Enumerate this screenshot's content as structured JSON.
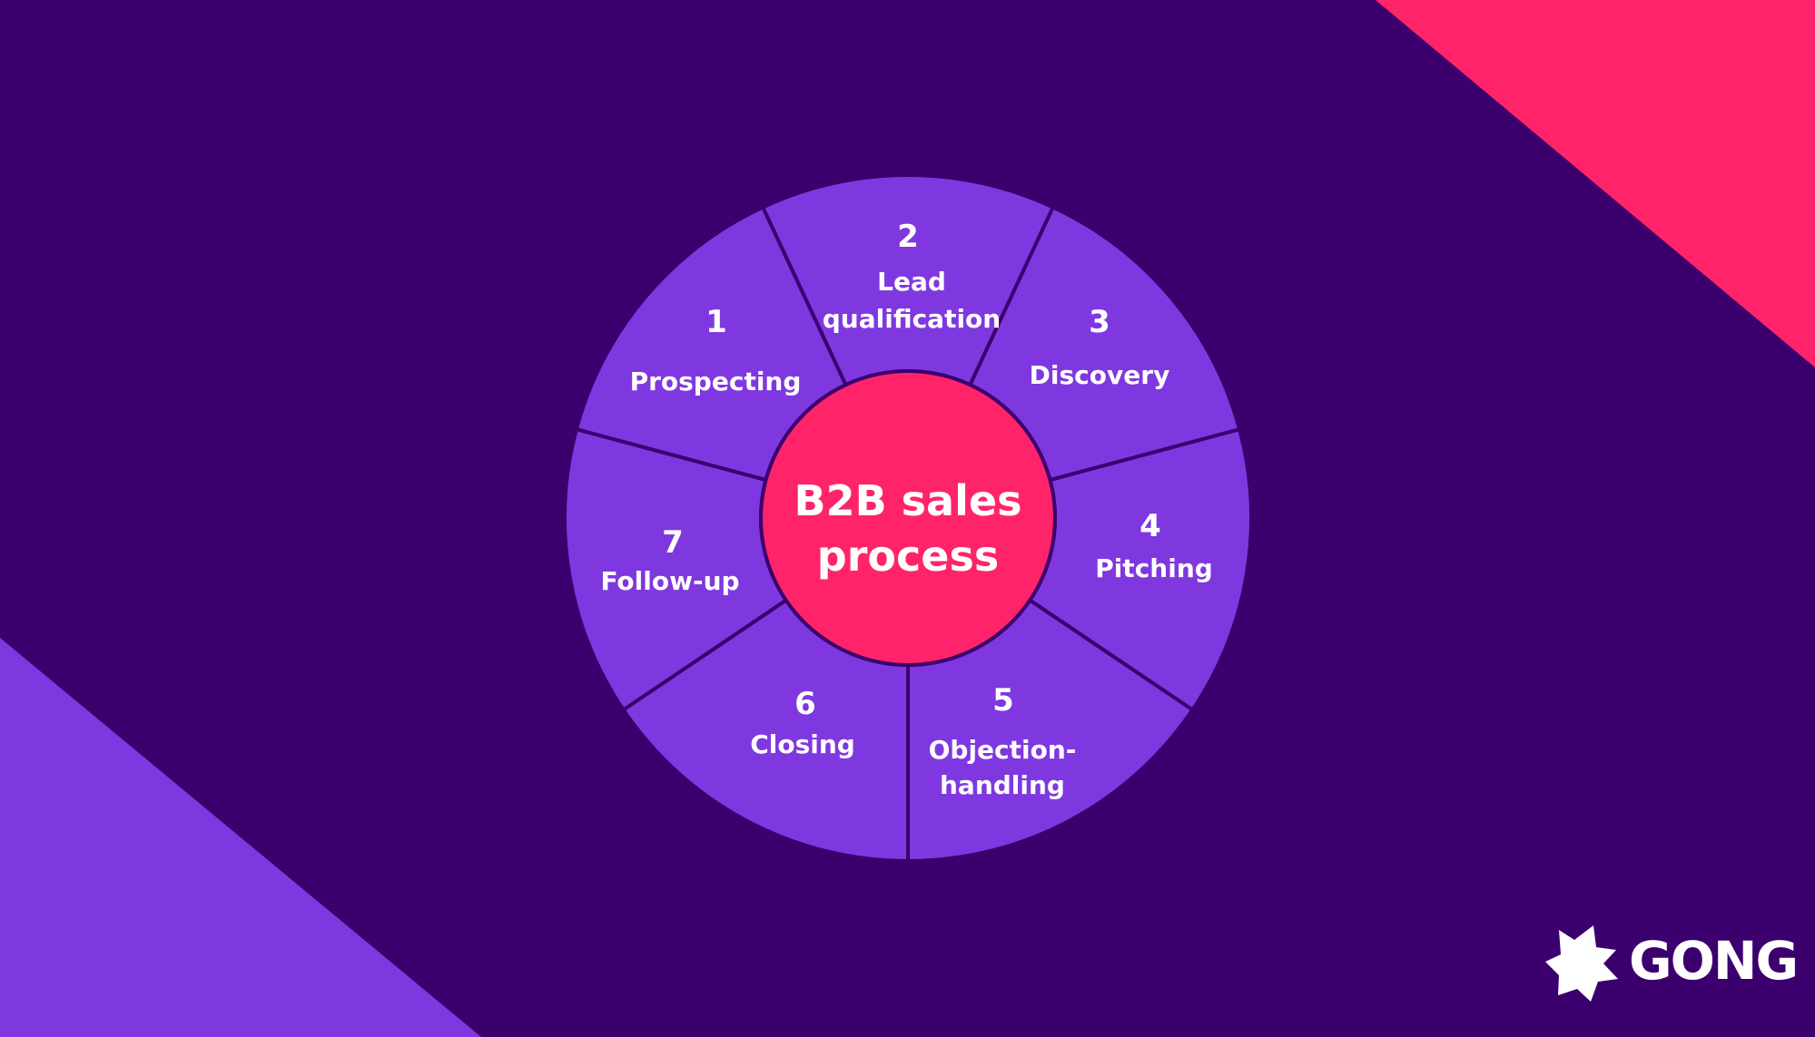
{
  "diagram": {
    "center_title_lines": [
      "B2B sales",
      "process"
    ],
    "steps": [
      {
        "number": "1",
        "label_lines": [
          "Prospecting"
        ]
      },
      {
        "number": "2",
        "label_lines": [
          "Lead",
          "qualification"
        ]
      },
      {
        "number": "3",
        "label_lines": [
          "Discovery"
        ]
      },
      {
        "number": "4",
        "label_lines": [
          "Pitching"
        ]
      },
      {
        "number": "5",
        "label_lines": [
          "Objection-",
          "handling"
        ]
      },
      {
        "number": "6",
        "label_lines": [
          "Closing"
        ]
      },
      {
        "number": "7",
        "label_lines": [
          "Follow-up"
        ]
      }
    ]
  },
  "logo": {
    "text": "GONG"
  },
  "colors": {
    "background": "#3b006e",
    "segment_fill": "#7f38e0",
    "segment_stroke": "#3b006e",
    "center_fill": "#ff2469",
    "accent_top_right": "#ff2469",
    "accent_bottom_left": "#7f38e0",
    "text": "#ffffff"
  }
}
